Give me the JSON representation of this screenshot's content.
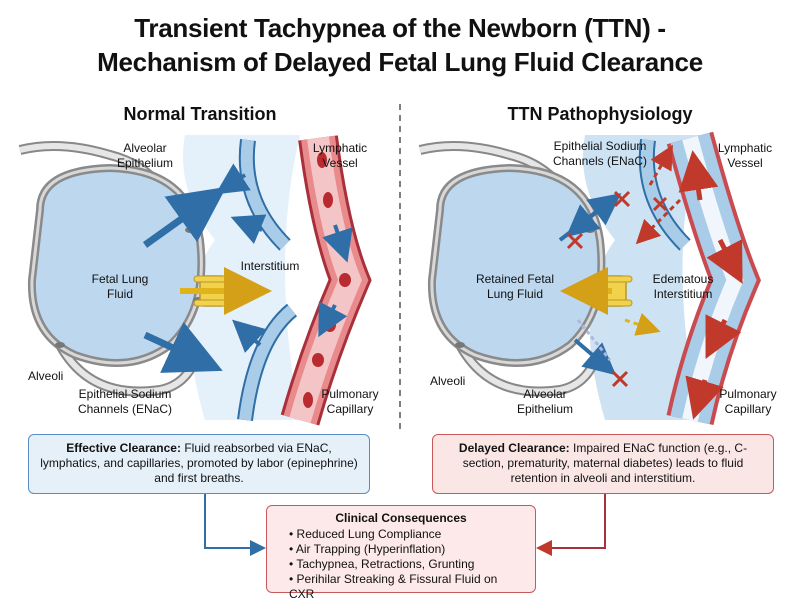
{
  "title_line1": "Transient Tachypnea of the Newborn (TTN) -",
  "title_line2": "Mechanism of Delayed Fetal Lung Fluid Clearance",
  "left": {
    "heading": "Normal Transition",
    "labels": {
      "alveolar_epithelium_1": "Alveolar",
      "alveolar_epithelium_2": "Epithelium",
      "lymphatic_1": "Lymphatic",
      "lymphatic_2": "Vessel",
      "fluid_1": "Fetal Lung",
      "fluid_2": "Fluid",
      "interstitium": "Interstitium",
      "alveoli": "Alveoli",
      "enac_1": "Epithelial Sodium",
      "enac_2": "Channels (ENaC)",
      "capillary_1": "Pulmonary",
      "capillary_2": "Capillary"
    },
    "box_bold": "Effective Clearance:",
    "box_text": " Fluid reabsorbed via ENaC, lymphatics, and capillaries, promoted by labor (epinephrine) and first breaths."
  },
  "right": {
    "heading": "TTN Pathophysiology",
    "labels": {
      "enac_1": "Epithelial Sodium",
      "enac_2": "Channels (ENaC)",
      "lymphatic_1": "Lymphatic",
      "lymphatic_2": "Vessel",
      "fluid_1": "Retained Fetal",
      "fluid_2": "Lung Fluid",
      "edema_1": "Edematous",
      "edema_2": "Interstitium",
      "alveoli": "Alveoli",
      "alveolar_epithelium_1": "Alveolar",
      "alveolar_epithelium_2": "Epithelium",
      "capillary_1": "Pulmonary",
      "capillary_2": "Capillary"
    },
    "box_bold": "Delayed Clearance:",
    "box_text": " Impaired ENaC function (e.g., C-section, prematurity, maternal diabetes) leads to fluid retention in alveoli and interstitium."
  },
  "consequences": {
    "title": "Clinical Consequences",
    "items": [
      "Reduced Lung Compliance",
      "Air Trapping (Hyperinflation)",
      "Tachypnea, Retractions, Grunting",
      "Perihilar Streaking & Fissural Fluid on CXR"
    ]
  },
  "colors": {
    "fluid": "#bcd7ee",
    "interstitium": "#e4f0fa",
    "capillary": "#d9575b",
    "rbc": "#b92b30",
    "lymphatic": "#a9cde8",
    "arrow_blue": "#2f6ea6",
    "arrow_red": "#c0392b",
    "enac": "#f2d24b"
  }
}
